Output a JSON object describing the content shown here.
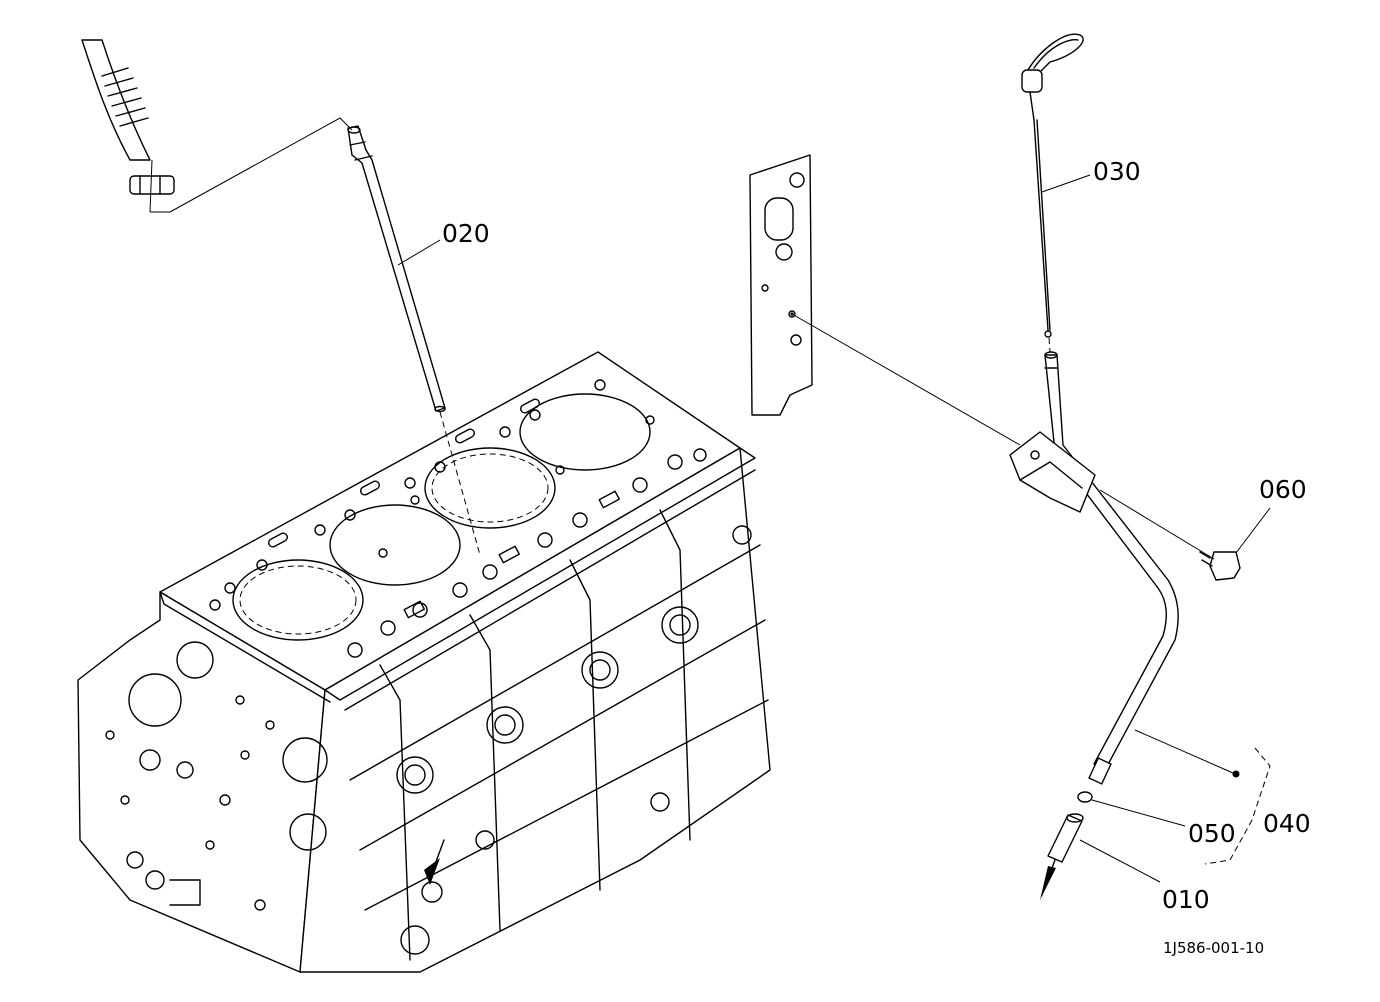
{
  "callouts": [
    {
      "id": "020",
      "label": "020"
    },
    {
      "id": "030",
      "label": "030"
    },
    {
      "id": "060",
      "label": "060"
    },
    {
      "id": "050",
      "label": "050"
    },
    {
      "id": "040",
      "label": "040"
    },
    {
      "id": "010",
      "label": "010"
    }
  ],
  "drawing_number": "1J586-001-10",
  "colors": {
    "line": "#000000",
    "background": "#ffffff"
  }
}
